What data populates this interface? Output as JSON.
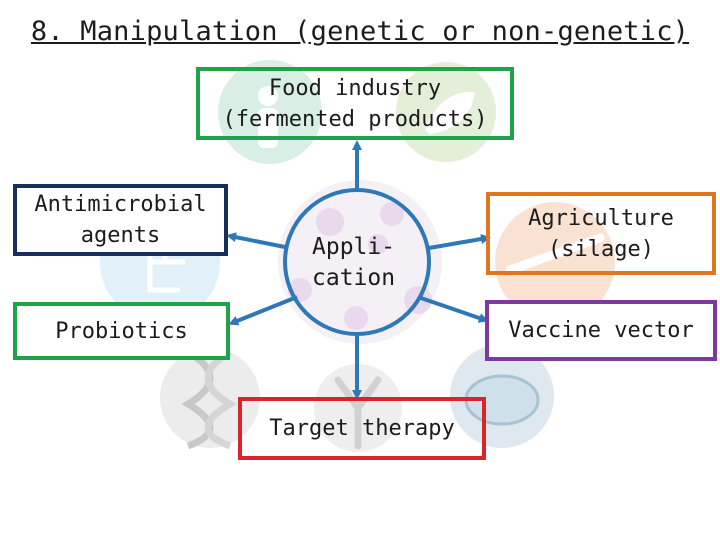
{
  "title": "8. Manipulation (genetic or non-genetic)",
  "center": {
    "line1": "Appli-",
    "line2": "cation"
  },
  "nodes": {
    "food_industry": {
      "line1": "Food industry",
      "line2": "(fermented products)",
      "border_color": "#1fa24a"
    },
    "antimicrobial": {
      "line1": "Antimicrobial",
      "line2": "agents",
      "border_color": "#16305a"
    },
    "probiotics": {
      "line1": "Probiotics",
      "border_color": "#1fa24a"
    },
    "agriculture": {
      "line1": "Agriculture",
      "line2": "(silage)",
      "border_color": "#e0761e"
    },
    "vaccine": {
      "line1": "Vaccine vector",
      "border_color": "#7a3aa0"
    },
    "target": {
      "line1": "Target therapy",
      "border_color": "#d8242a"
    }
  },
  "colors": {
    "arrow": "#2f78b8",
    "center_ring": "#2f78b8",
    "faded_background": "#dfe9ef"
  },
  "icons": [
    "person-icon",
    "leaf-icon",
    "tree-diagram-icon",
    "dna-icon",
    "antibody-icon",
    "petri-dish-icon",
    "bacteria-icon",
    "needle-icon"
  ]
}
